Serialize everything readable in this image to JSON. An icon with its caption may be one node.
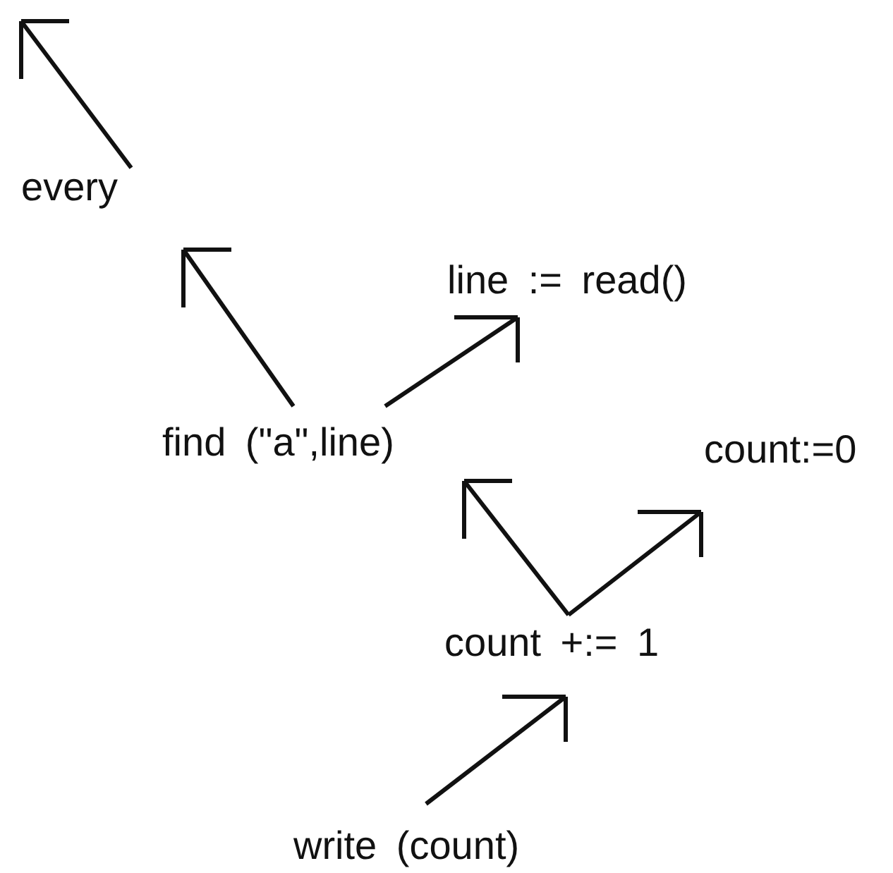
{
  "diagram": {
    "nodes": [
      {
        "text": [
          "every"
        ]
      },
      {
        "text": [
          "find (\"a\",line)"
        ]
      },
      {
        "text": [
          "line := read()"
        ]
      },
      {
        "text": [
          "count:=0"
        ]
      },
      {
        "text": [
          "count +:= 1"
        ]
      },
      {
        "text": [
          "write (count)"
        ]
      }
    ],
    "edges": [
      {
        "from": 0,
        "to": null,
        "arrow": "to"
      },
      {
        "from": 1,
        "to": 0,
        "arrow": "to"
      },
      {
        "from": 1,
        "to": 2,
        "arrow": "to"
      },
      {
        "from": 4,
        "to": 1,
        "arrow": "to"
      },
      {
        "from": 4,
        "to": 3,
        "arrow": "to"
      },
      {
        "from": 5,
        "to": 4,
        "arrow": "to"
      }
    ]
  }
}
